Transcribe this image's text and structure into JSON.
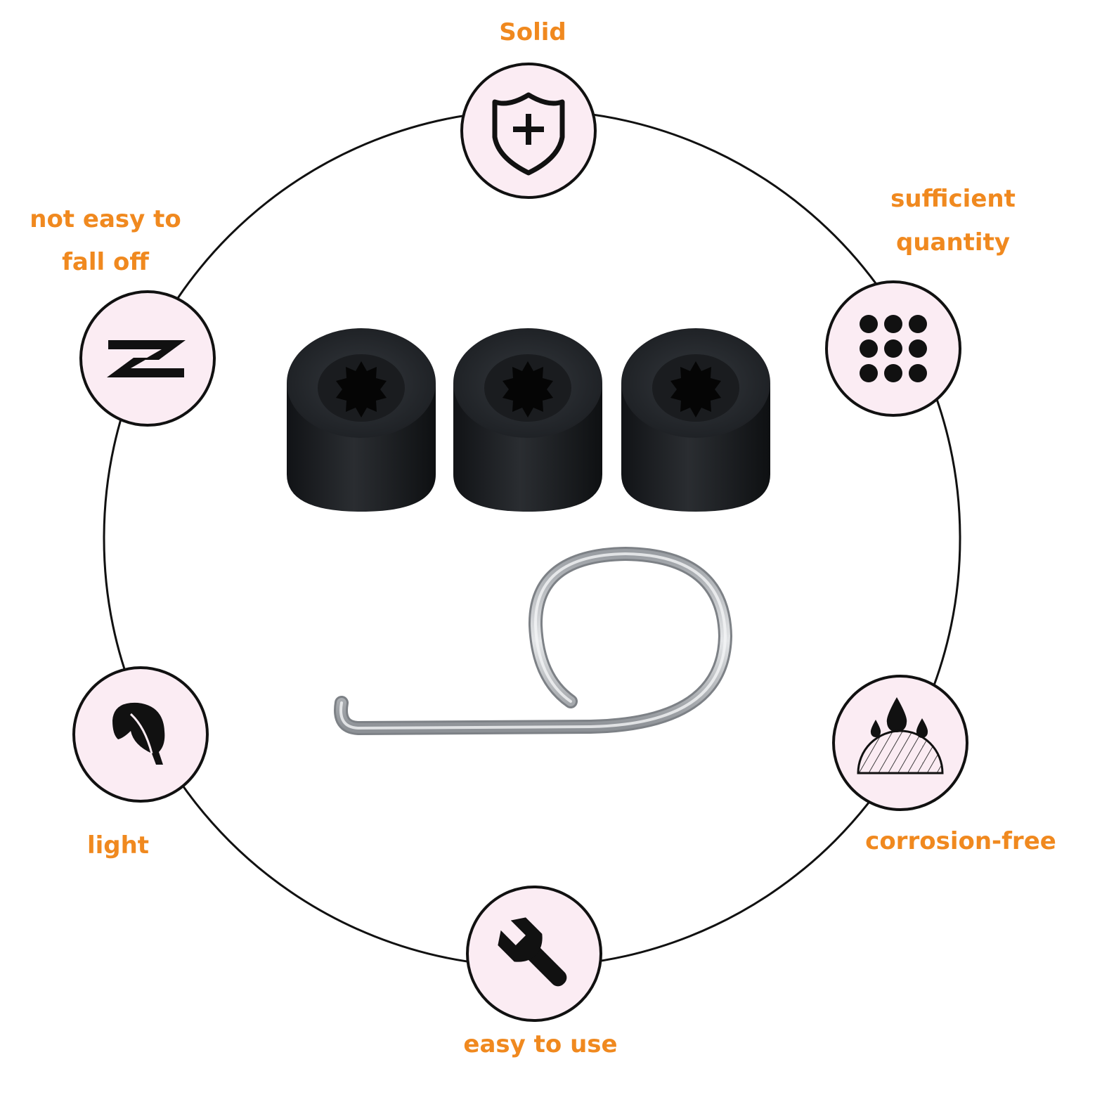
{
  "accent_color": "#f0891f",
  "badge_fill": "#fbecf3",
  "features": [
    {
      "icon": "shield-plus-icon",
      "lines": [
        "Solid"
      ]
    },
    {
      "icon": "dots-grid-icon",
      "lines": [
        "sufficient",
        "quantity"
      ]
    },
    {
      "icon": "water-drops-icon",
      "lines": [
        "corrosion-free"
      ]
    },
    {
      "icon": "wrench-icon",
      "lines": [
        "easy to use"
      ]
    },
    {
      "icon": "leaf-icon",
      "lines": [
        "light"
      ]
    },
    {
      "icon": "interlock-icon",
      "lines": [
        "not easy to",
        "fall off"
      ]
    }
  ],
  "product": {
    "caps": [
      "bolt-cap-1",
      "bolt-cap-2",
      "bolt-cap-3"
    ],
    "tool": "removal-hook-tool"
  }
}
